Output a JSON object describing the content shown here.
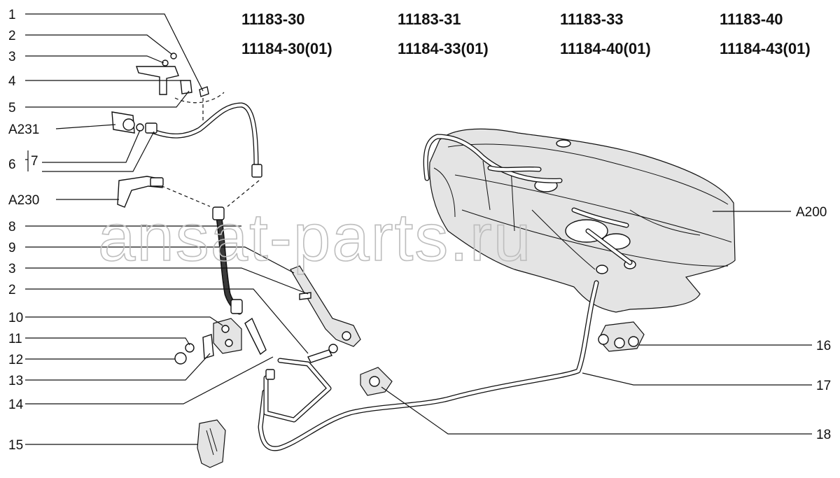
{
  "header": {
    "models": [
      {
        "line1": "11183-30",
        "line2": "11184-30(01)"
      },
      {
        "line1": "11183-31",
        "line2": "11184-33(01)"
      },
      {
        "line1": "11183-33",
        "line2": "11184-40(01)"
      },
      {
        "line1": "11183-40",
        "line2": "11184-43(01)"
      }
    ]
  },
  "callouts": {
    "left": [
      "1",
      "2",
      "3",
      "4",
      "5",
      "A231",
      "6",
      "7",
      "A230",
      "8",
      "9",
      "3",
      "2",
      "10",
      "11",
      "12",
      "13",
      "14",
      "15"
    ],
    "right": [
      "A200",
      "16",
      "17",
      "18"
    ]
  },
  "watermark": "ansat-parts.ru"
}
